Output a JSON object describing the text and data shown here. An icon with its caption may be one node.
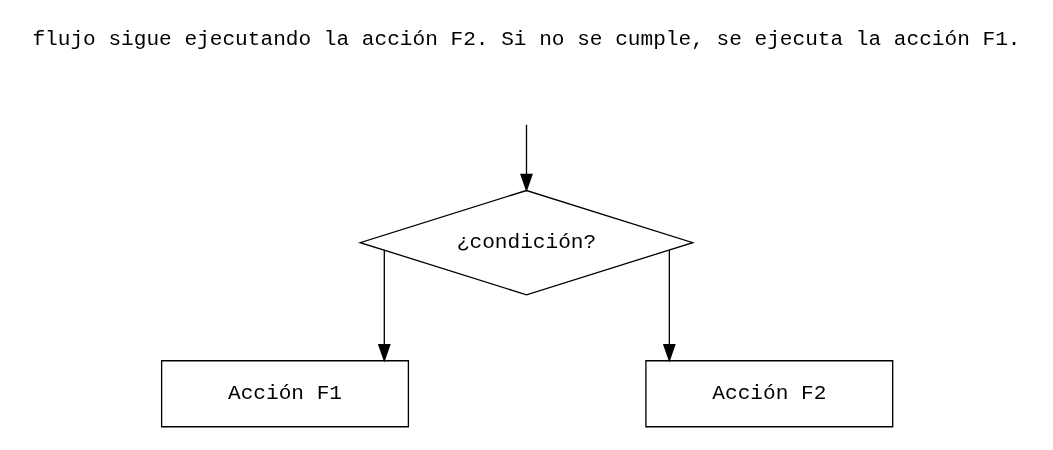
{
  "diagram": {
    "nodes": [
      {
        "text": [
          "¿condición?"
        ]
      },
      {
        "text": [
          "Acción F1"
        ]
      },
      {
        "text": [
          "Acción F2"
        ]
      }
    ],
    "edges": [
      {
        "from": null,
        "to": 0,
        "arrow": "to"
      },
      {
        "from": 0,
        "to": 1,
        "arrow": "to"
      },
      {
        "from": 0,
        "to": 2,
        "arrow": "to"
      }
    ],
    "labels": [
      "flujo sigue ejecutando la acción F2. Si no se cumple, se ejecuta la acción F1."
    ]
  }
}
